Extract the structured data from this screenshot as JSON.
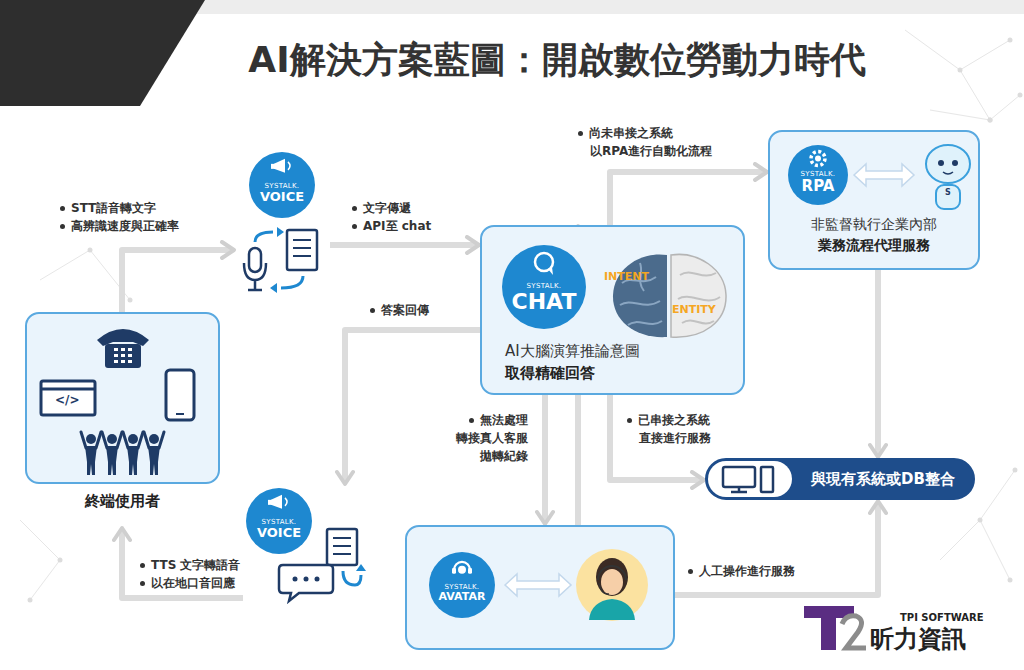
{
  "diagram": {
    "title": "AI解決方案藍圖：開啟數位勞動力時代",
    "nodes": [
      {
        "text": [
          "終端使用者"
        ]
      },
      {
        "text": [
          "SYSTALK.",
          "VOICE"
        ]
      },
      {
        "text": [
          "AI大腦演算推論意圖",
          "取得精確回答"
        ]
      },
      {
        "text": [
          "SYSTALK.",
          "CHAT"
        ],
        "in": 2
      },
      {
        "text": [
          "非監督執行企業內部",
          "業務流程代理服務"
        ]
      },
      {
        "text": [
          "SYSTALK.",
          "RPA"
        ],
        "in": 4
      },
      {
        "text": [
          "與現有系統或DB整合"
        ]
      },
      {
        "text": [
          "SYSTALK.",
          "VOICE"
        ]
      },
      {
        "text": []
      },
      {
        "text": [
          "SYSTALK.",
          "AVATAR"
        ],
        "in": 8
      }
    ],
    "edges": [
      {
        "from": 0,
        "to": 1,
        "arrow": "to"
      },
      {
        "from": 1,
        "to": 2,
        "arrow": "to"
      },
      {
        "from": 2,
        "to": 7,
        "arrow": "to"
      },
      {
        "from": 7,
        "to": 0,
        "arrow": "to"
      },
      {
        "from": 2,
        "to": 4,
        "arrow": "to"
      },
      {
        "from": 4,
        "to": 6,
        "arrow": "to"
      },
      {
        "from": 2,
        "to": 6,
        "arrow": "to"
      },
      {
        "from": 2,
        "to": 8,
        "arrow": "to"
      },
      {
        "from": 8,
        "to": 2,
        "arrow": "to"
      },
      {
        "from": 8,
        "to": 6,
        "arrow": "to"
      }
    ],
    "labels": [
      "尚未串接之系統",
      "以RPA進行自動化流程",
      "STT語音轉文字",
      "高辨識速度與正確率",
      "文字傳遞",
      "API至 chat",
      "答案回傳",
      "無法處理",
      "轉接真人客服",
      "拋轉紀錄",
      "已串接之系統",
      "直接進行服務",
      "TTS 文字轉語音",
      "以在地口音回應",
      "人工操作進行服務",
      "INTENT",
      "ENTITY",
      "</>",
      "S",
      "TPI SOFTWARE",
      "昕力資訊"
    ]
  }
}
